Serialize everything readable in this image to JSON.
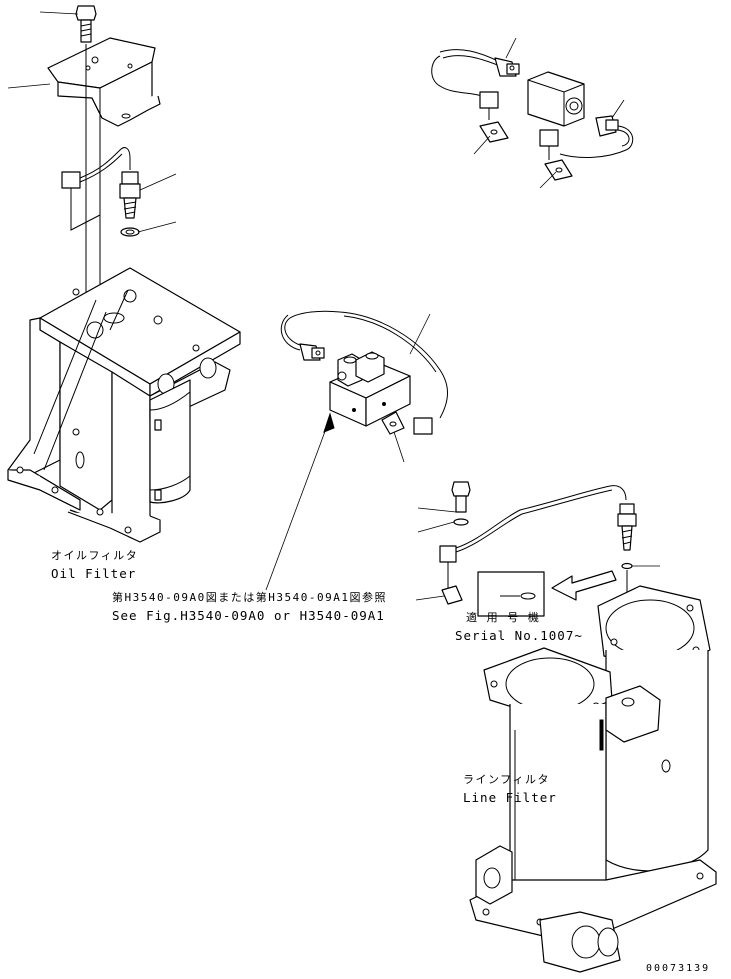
{
  "labels": {
    "oil_filter_jp": "オイルフィルタ",
    "oil_filter_en": "Oil Filter",
    "ref_jp": "第H3540-09A0図または第H3540-09A1図参照",
    "ref_en": "See Fig.H3540-09A0 or H3540-09A1",
    "serial_jp": "適 用 号 機",
    "serial_en": "Serial No.1007~",
    "line_filter_jp": "ラインフィルタ",
    "line_filter_en": "Line Filter",
    "drawing_number": "00073139"
  }
}
